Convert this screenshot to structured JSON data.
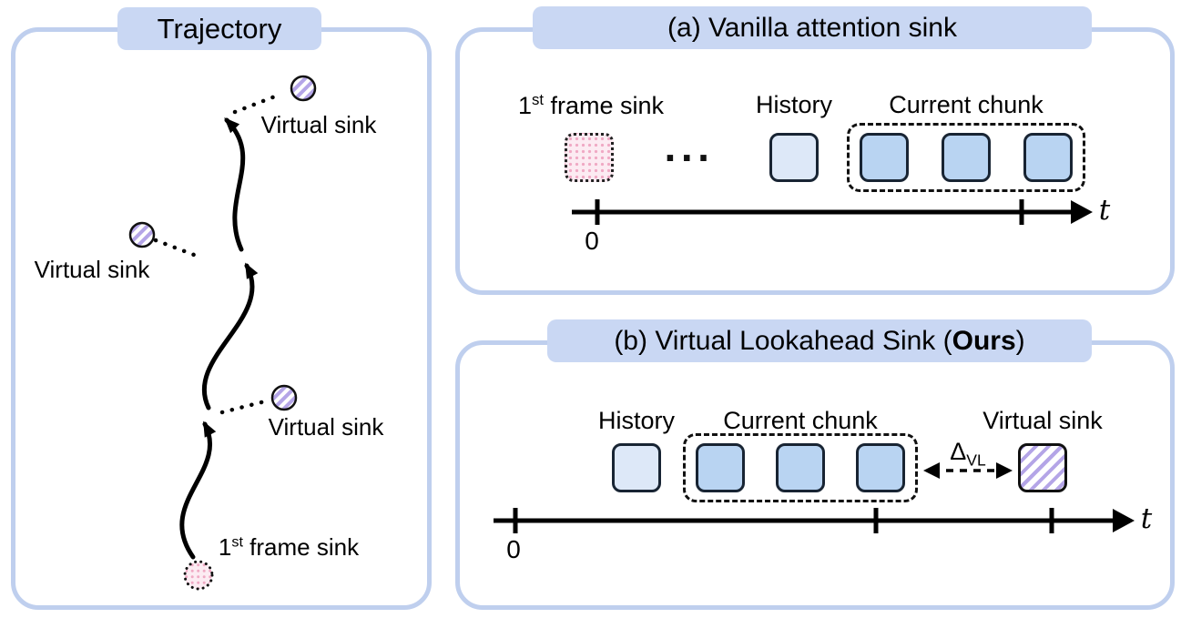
{
  "colors": {
    "panel_border": "#bfcfee",
    "title_background": "#c9d7f3",
    "history_fill": "#dde8f8",
    "chunk_fill": "#b9d4f2",
    "first_frame_pink": "#fcebf2",
    "first_frame_pink_dot": "#f0a9c4",
    "virtual_sink_hatch": "#b4a5e7",
    "outline": "#182433"
  },
  "trajectory_panel": {
    "title": "Trajectory",
    "virtual_sink_top": "Virtual sink",
    "virtual_sink_middle": "Virtual sink",
    "virtual_sink_bottom": "Virtual sink",
    "first_frame": {
      "num": "1",
      "sup": "st",
      "rest": " frame sink"
    }
  },
  "panel_a": {
    "title": "(a) Vanilla attention sink",
    "first_frame": {
      "num": "1",
      "sup": "st",
      "rest": " frame sink"
    },
    "ellipsis": "···",
    "history_label": "History",
    "current_chunk_label": "Current chunk",
    "zero": "0",
    "t": "t"
  },
  "panel_b": {
    "title": {
      "prefix": "(b) Virtual Lookahead Sink (",
      "bold": "Ours",
      "suffix": ")"
    },
    "history_label": "History",
    "current_chunk_label": "Current chunk",
    "virtual_sink_label": "Virtual sink",
    "delta": {
      "base": "Δ",
      "sub": "VL"
    },
    "zero": "0",
    "t": "t"
  }
}
